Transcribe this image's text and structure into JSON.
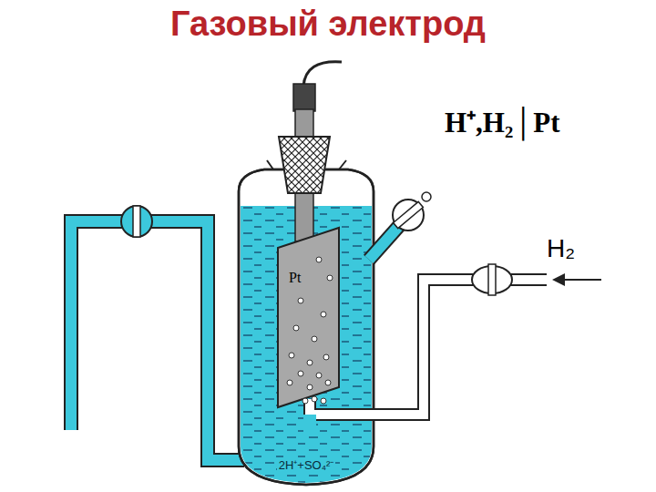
{
  "diagram": {
    "title": "Газовый электрод",
    "labels": [
      "H⁺,H₂│Pt",
      "Pt",
      "H₂",
      "2H⁺+SO₄²⁻"
    ]
  }
}
